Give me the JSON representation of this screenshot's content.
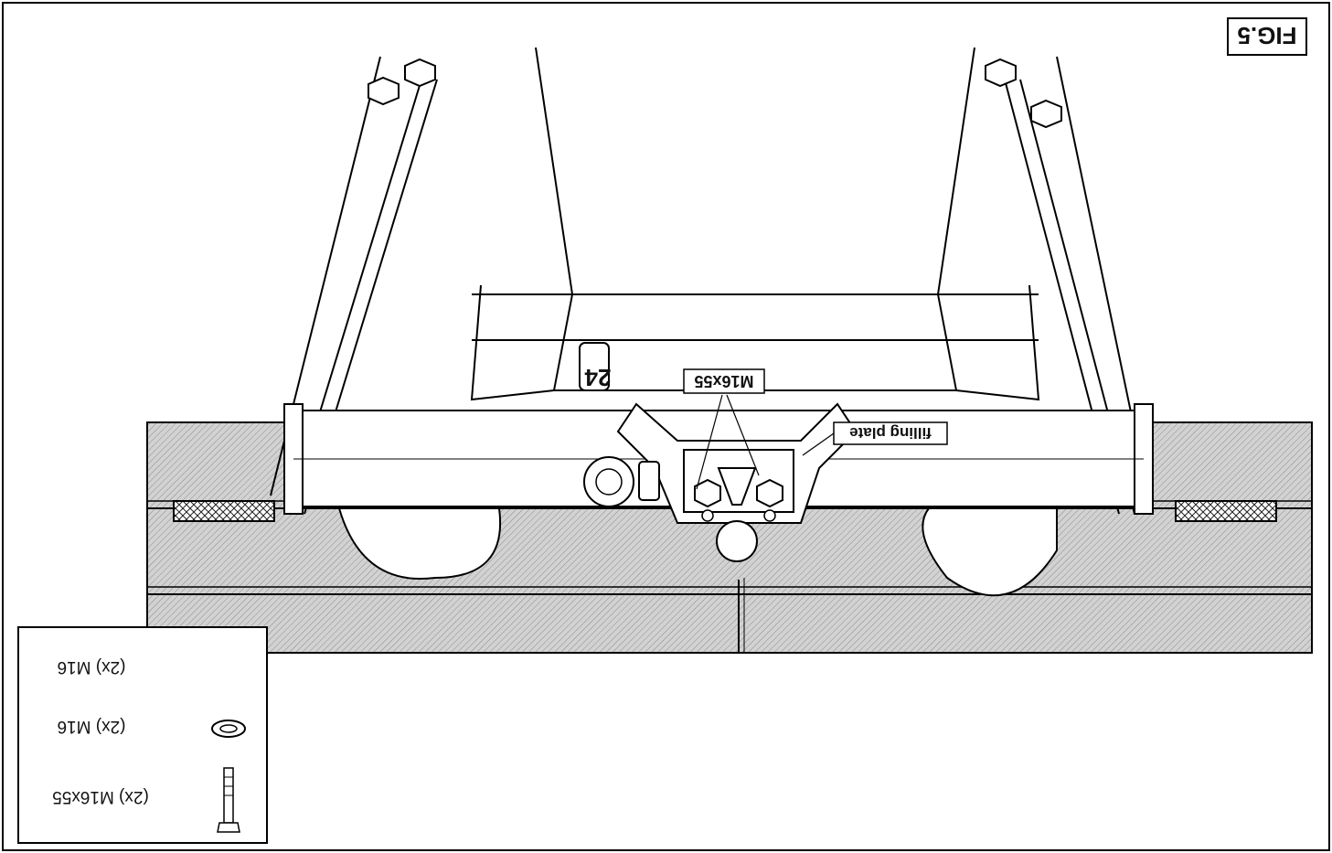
{
  "figure": {
    "label": "FIG.5",
    "orientation": "rotated-180",
    "callouts": {
      "bolt_size": "M16x55",
      "filling_plate": "filling plate",
      "wrench_size": "24"
    },
    "parts_list": [
      {
        "icon": "bolt-icon",
        "text": "(2x) M16x55"
      },
      {
        "icon": "spring-washer-icon",
        "text": "(2x) M16"
      },
      {
        "icon": "nut-icon",
        "text": "(2x) M16"
      }
    ]
  }
}
